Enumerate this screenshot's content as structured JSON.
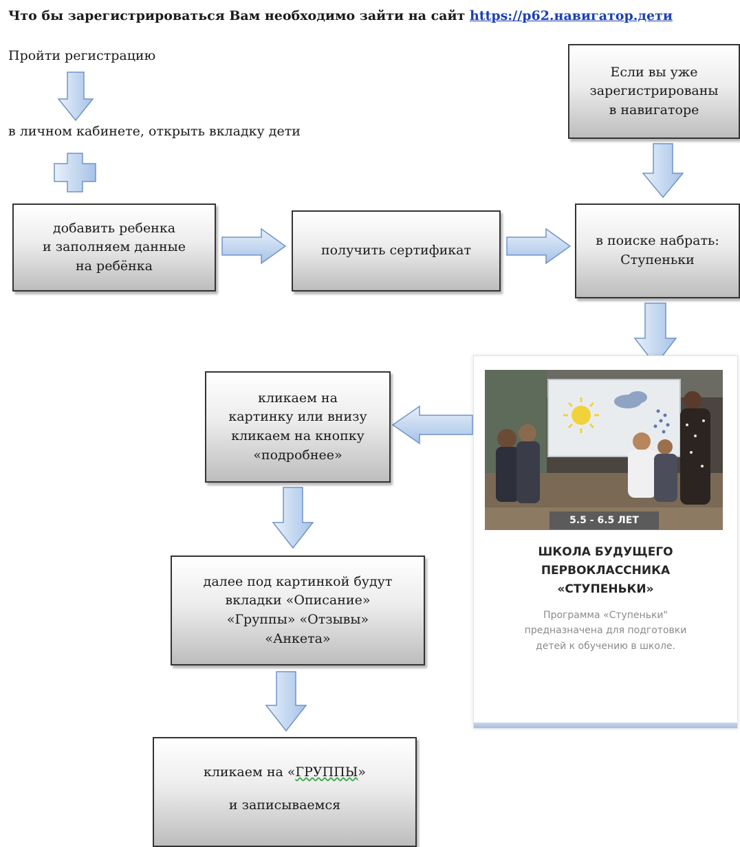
{
  "header": {
    "text": "Что бы зарегистрироваться  Вам необходимо зайти на сайт ",
    "link": "https://р62.навигатор.дети"
  },
  "steps": {
    "register": "Пройти регистрацию",
    "cabinet": "в личном кабинете, открыть вкладку дети",
    "already_registered": "Если вы уже\nзарегистрированы\nв навигаторе",
    "add_child": "добавить ребенка\nи заполняем данные\nна ребёнка",
    "certificate": "получить сертификат",
    "search": "в поиске набрать:\nСтупеньки",
    "click_picture": "кликаем на\nкартинку или внизу\nкликаем на кнопку\n«подробнее»",
    "tabs": "далее под картинкой  будут\nвкладки «Описание»\n«Группы» «Отзывы»\n«Анкета»",
    "groups_prefix": "кликаем на «",
    "groups_word": "ГРУППЫ",
    "groups_suffix": "»",
    "enroll": "и записываемся"
  },
  "program_card": {
    "age_badge": "5.5 - 6.5 ЛЕТ",
    "title": "ШКОЛА БУДУЩЕГО\nПЕРВОКЛАССНИКА\n«СТУПЕНЬКИ»",
    "description": "Программа «Ступеньки\"\nпредназначена для подготовки\nдетей к обучению в школе."
  },
  "colors": {
    "arrow_fill": "#c6d9f1",
    "arrow_stroke": "#6f93c8",
    "link": "#1a3fb5"
  }
}
